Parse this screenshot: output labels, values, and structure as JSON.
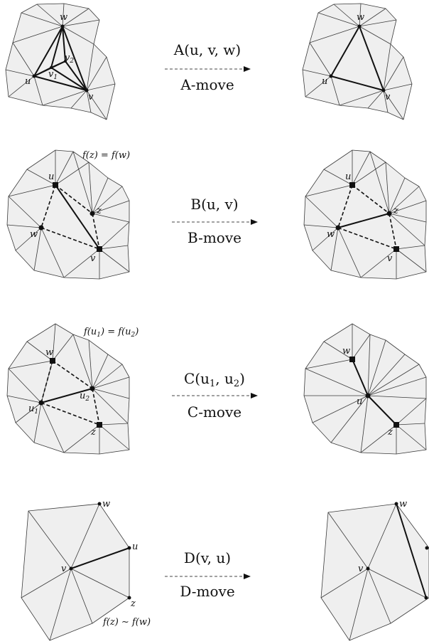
{
  "rows": [
    {
      "op": "A(u, v, w)",
      "move": "A-move",
      "left_labels": {
        "w": "w",
        "u": "u",
        "v": "v",
        "v1": "v",
        "v1_sub": "1",
        "v2": "v",
        "v2_sub": "2"
      },
      "right_labels": {
        "w": "w",
        "u": "u",
        "v": "v"
      }
    },
    {
      "op": "B(u, v)",
      "move": "B-move",
      "note": "f(z) = f(w)",
      "left_labels": {
        "u": "u",
        "z": "z",
        "w": "w",
        "v": "v"
      },
      "right_labels": {
        "u": "u",
        "z": "z",
        "w": "w",
        "v": "v"
      }
    },
    {
      "op": "C(u1, u2)",
      "move": "C-move",
      "note": "f(u1) = f(u2)",
      "left_labels": {
        "w": "w",
        "u1": "u",
        "u1_sub": "1",
        "u2": "u",
        "u2_sub": "2",
        "z": "z"
      },
      "right_labels": {
        "w": "w",
        "u": "u",
        "z": "z"
      }
    },
    {
      "op": "D(v, u)",
      "move": "D-move",
      "note": "f(z) ∼ f(w)",
      "left_labels": {
        "w": "w",
        "u": "u",
        "v": "v",
        "z": "z"
      },
      "right_labels": {
        "w": "w",
        "v": "v"
      }
    }
  ]
}
